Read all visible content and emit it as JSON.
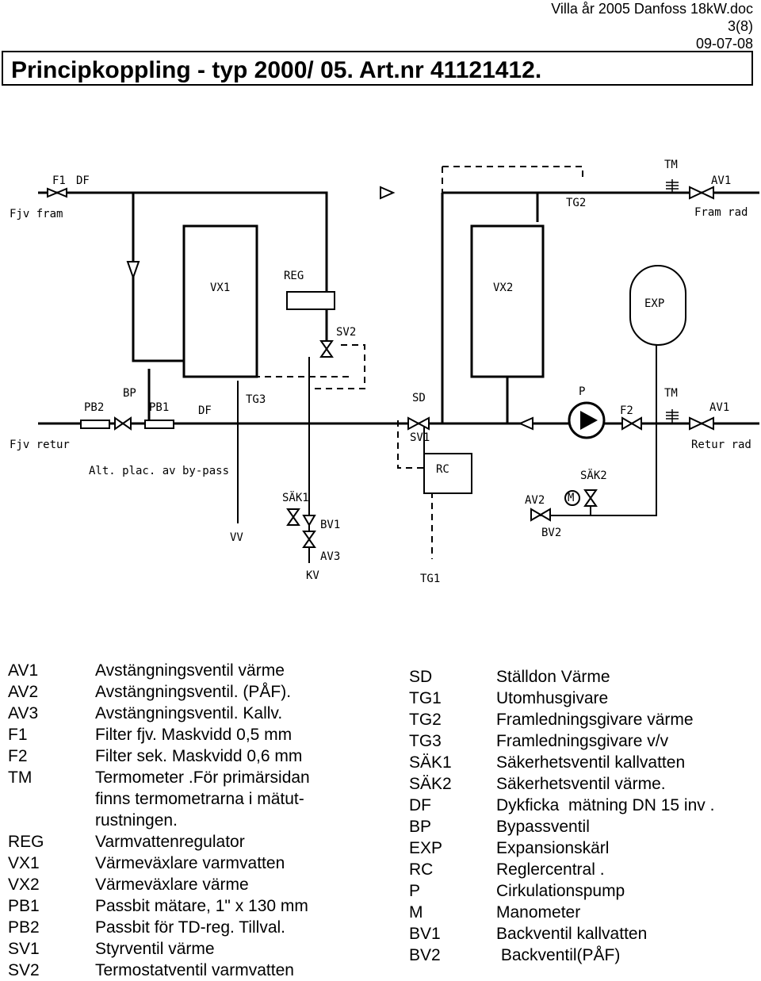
{
  "header": {
    "filename": "Villa år 2005 Danfoss 18kW.doc",
    "page": "3(8)",
    "date": "09-07-08",
    "title": "Principkoppling - typ 2000/ 05. Art.nr 41121412."
  },
  "diagram_labels": {
    "f1": "F1",
    "df_top": "DF",
    "fjv_fram": "Fjv fram",
    "vx1": "VX1",
    "reg": "REG",
    "sv2": "SV2",
    "vx2": "VX2",
    "tg2": "TG2",
    "tm_top": "TM",
    "av1_top": "AV1",
    "fram_rad": "Fram rad",
    "exp": "EXP",
    "bp": "BP",
    "pb2": "PB2",
    "pb1": "PB1",
    "df_bottom": "DF",
    "tg3": "TG3",
    "sd": "SD",
    "sv1": "SV1",
    "p": "P",
    "f2": "F2",
    "tm_bottom": "TM",
    "av1_bottom": "AV1",
    "fjv_retur": "Fjv retur",
    "retur_rad": "Retur rad",
    "alt_plac": "Alt. plac. av by-pass",
    "rc": "RC",
    "sak2": "SÄK2",
    "av2": "AV2",
    "m": "M",
    "sak1": "SÄK1",
    "bv1": "BV1",
    "vv": "VV",
    "av3": "AV3",
    "kv": "KV",
    "bv2": "BV2",
    "tg1": "TG1"
  },
  "legend_left": [
    {
      "code": "AV1",
      "desc": "Avstängningsventil värme"
    },
    {
      "code": "AV2",
      "desc": "Avstängningsventil. (PÅF)."
    },
    {
      "code": "AV3",
      "desc": "Avstängningsventil. Kallv."
    },
    {
      "code": "F1",
      "desc": "Filter fjv. Maskvidd 0,5 mm"
    },
    {
      "code": "F2",
      "desc": "Filter sek. Maskvidd 0,6 mm"
    },
    {
      "code": "TM",
      "desc": "Termometer .För primärsidan"
    },
    {
      "code": "",
      "desc": "finns termometrarna i mätut-"
    },
    {
      "code": "",
      "desc": "rustningen."
    },
    {
      "code": "REG",
      "desc": "Varmvattenregulator"
    },
    {
      "code": "VX1",
      "desc": "Värmeväxlare varmvatten"
    },
    {
      "code": "VX2",
      "desc": "Värmeväxlare värme"
    },
    {
      "code": "PB1",
      "desc": "Passbit mätare, 1\" x 130 mm"
    },
    {
      "code": "PB2",
      "desc": "Passbit för TD-reg. Tillval."
    },
    {
      "code": "SV1",
      "desc": "Styrventil värme"
    },
    {
      "code": "SV2",
      "desc": "Termostatventil varmvatten"
    }
  ],
  "legend_right": [
    {
      "code": "SD",
      "desc": "Ställdon Värme"
    },
    {
      "code": "TG1",
      "desc": "Utomhusgivare"
    },
    {
      "code": "TG2",
      "desc": "Framledningsgivare värme"
    },
    {
      "code": "TG3",
      "desc": "Framledningsgivare v/v"
    },
    {
      "code": "SÄK1",
      "desc": "Säkerhetsventil kallvatten"
    },
    {
      "code": "SÄK2",
      "desc": "Säkerhetsventil värme."
    },
    {
      "code": "DF",
      "desc": "Dykficka  mätning DN 15 inv ."
    },
    {
      "code": "BP",
      "desc": "Bypassventil"
    },
    {
      "code": "EXP",
      "desc": "Expansionskärl"
    },
    {
      "code": "RC",
      "desc": "Reglercentral ."
    },
    {
      "code": "P",
      "desc": "Cirkulationspump"
    },
    {
      "code": "M",
      "desc": "Manometer"
    },
    {
      "code": "BV1",
      "desc": "Backventil kallvatten"
    },
    {
      "code": "BV2",
      "desc": " Backventil(PÅF)"
    }
  ]
}
